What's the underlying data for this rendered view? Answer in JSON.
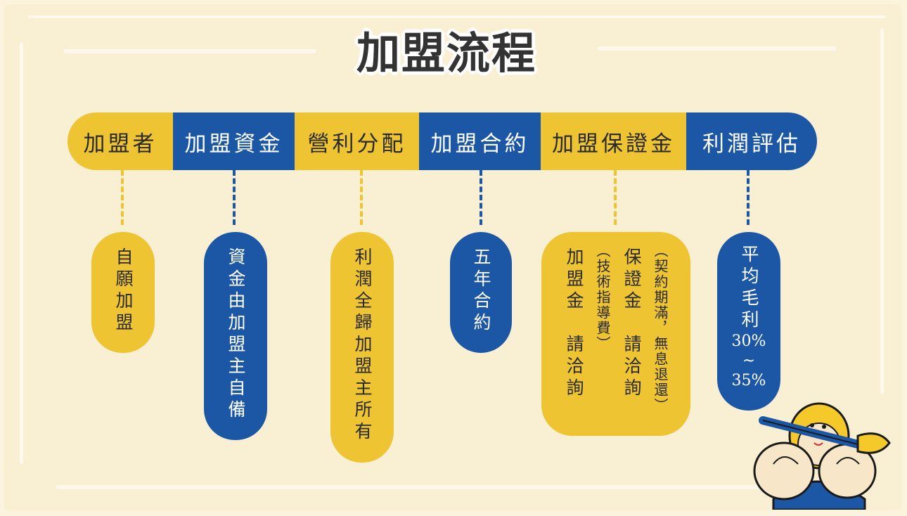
{
  "title": "加盟流程",
  "colors": {
    "yellow": "#eec432",
    "blue": "#1c57a6",
    "background": "#f9efd3"
  },
  "steps": [
    {
      "label": "加盟者",
      "color": "yellow"
    },
    {
      "label": "加盟資金",
      "color": "blue"
    },
    {
      "label": "營利分配",
      "color": "yellow"
    },
    {
      "label": "加盟合約",
      "color": "blue"
    },
    {
      "label": "加盟保證金",
      "color": "yellow"
    },
    {
      "label": "利潤評估",
      "color": "blue"
    }
  ],
  "details": {
    "franchisee": "自願加盟",
    "capital": "資金由加盟主自備",
    "profit": "利潤全歸加盟主所有",
    "contract": "五年合約",
    "deposit": {
      "col1": "加盟金　請洽詢",
      "col1_note": "︵技術指導費︶",
      "col2": "保證金　請洽詢",
      "col2_note": "︵契約期滿，無息退還︶"
    },
    "evaluation": {
      "text": "平均毛利",
      "low": "30%",
      "tilde": "~",
      "high": "35%"
    }
  },
  "mascot_icon": "monkey-mascot-with-brush"
}
